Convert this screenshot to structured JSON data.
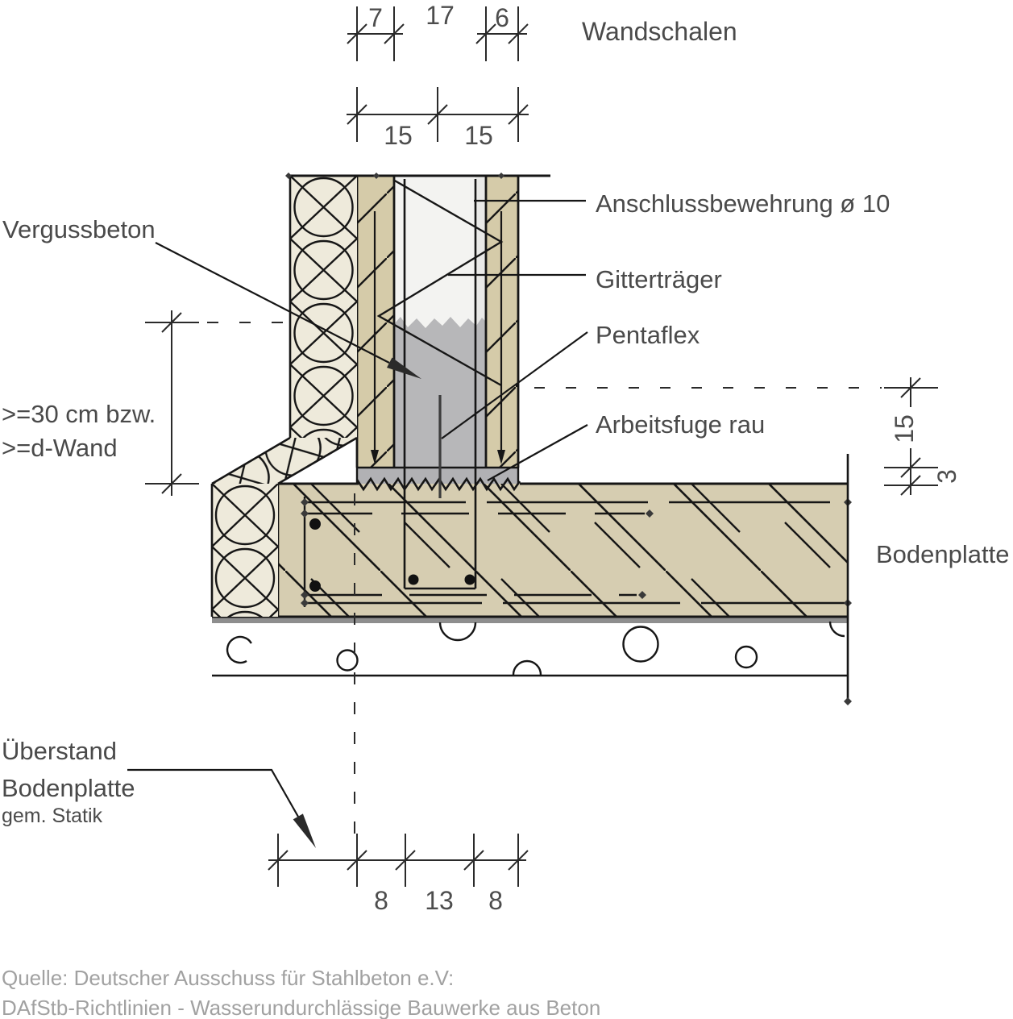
{
  "drawing": {
    "labels": {
      "wandschalen": "Wandschalen",
      "anschlussbewehrung": "Anschlussbewehrung ø 10",
      "gittertraeger": "Gitterträger",
      "pentaflex": "Pentaflex",
      "arbeitsfuge": "Arbeitsfuge rau",
      "vergussbeton": "Vergussbeton",
      "bodenplatte": "Bodenplatte",
      "min_anchor_line1": ">=30 cm bzw.",
      "min_anchor_line2": ">=d-Wand",
      "ueberstand_line1": "Überstand",
      "ueberstand_line2": "Bodenplatte",
      "ueberstand_line3": "gem. Statik"
    },
    "dimensions": {
      "wall_shell_outer": "7",
      "wall_core": "17",
      "wall_shell_inner": "6",
      "wall_half_left": "15",
      "wall_half_right": "15",
      "joint_height": "15",
      "bed_height": "3",
      "slab_seg_left": "8",
      "slab_seg_mid": "13",
      "slab_seg_right": "8"
    },
    "source": {
      "line1": "Quelle: Deutscher Ausschuss für Stahlbeton e.V:",
      "line2": "DAfStb-Richtlinien - Wasserundurchlässige Bauwerke aus Beton"
    },
    "colors": {
      "concrete_precast": "#d5cba9",
      "concrete_slab": "#d6cdb1",
      "insulation": "#eeeadb",
      "grout": "#b7b7b9",
      "mortar_bed": "#b1b1b4",
      "cavity": "#f3f3f1",
      "separation_layer": "#8e8e8e",
      "line": "#161616",
      "text": "#4a4a4a",
      "source_text": "#a1a1a1"
    }
  }
}
